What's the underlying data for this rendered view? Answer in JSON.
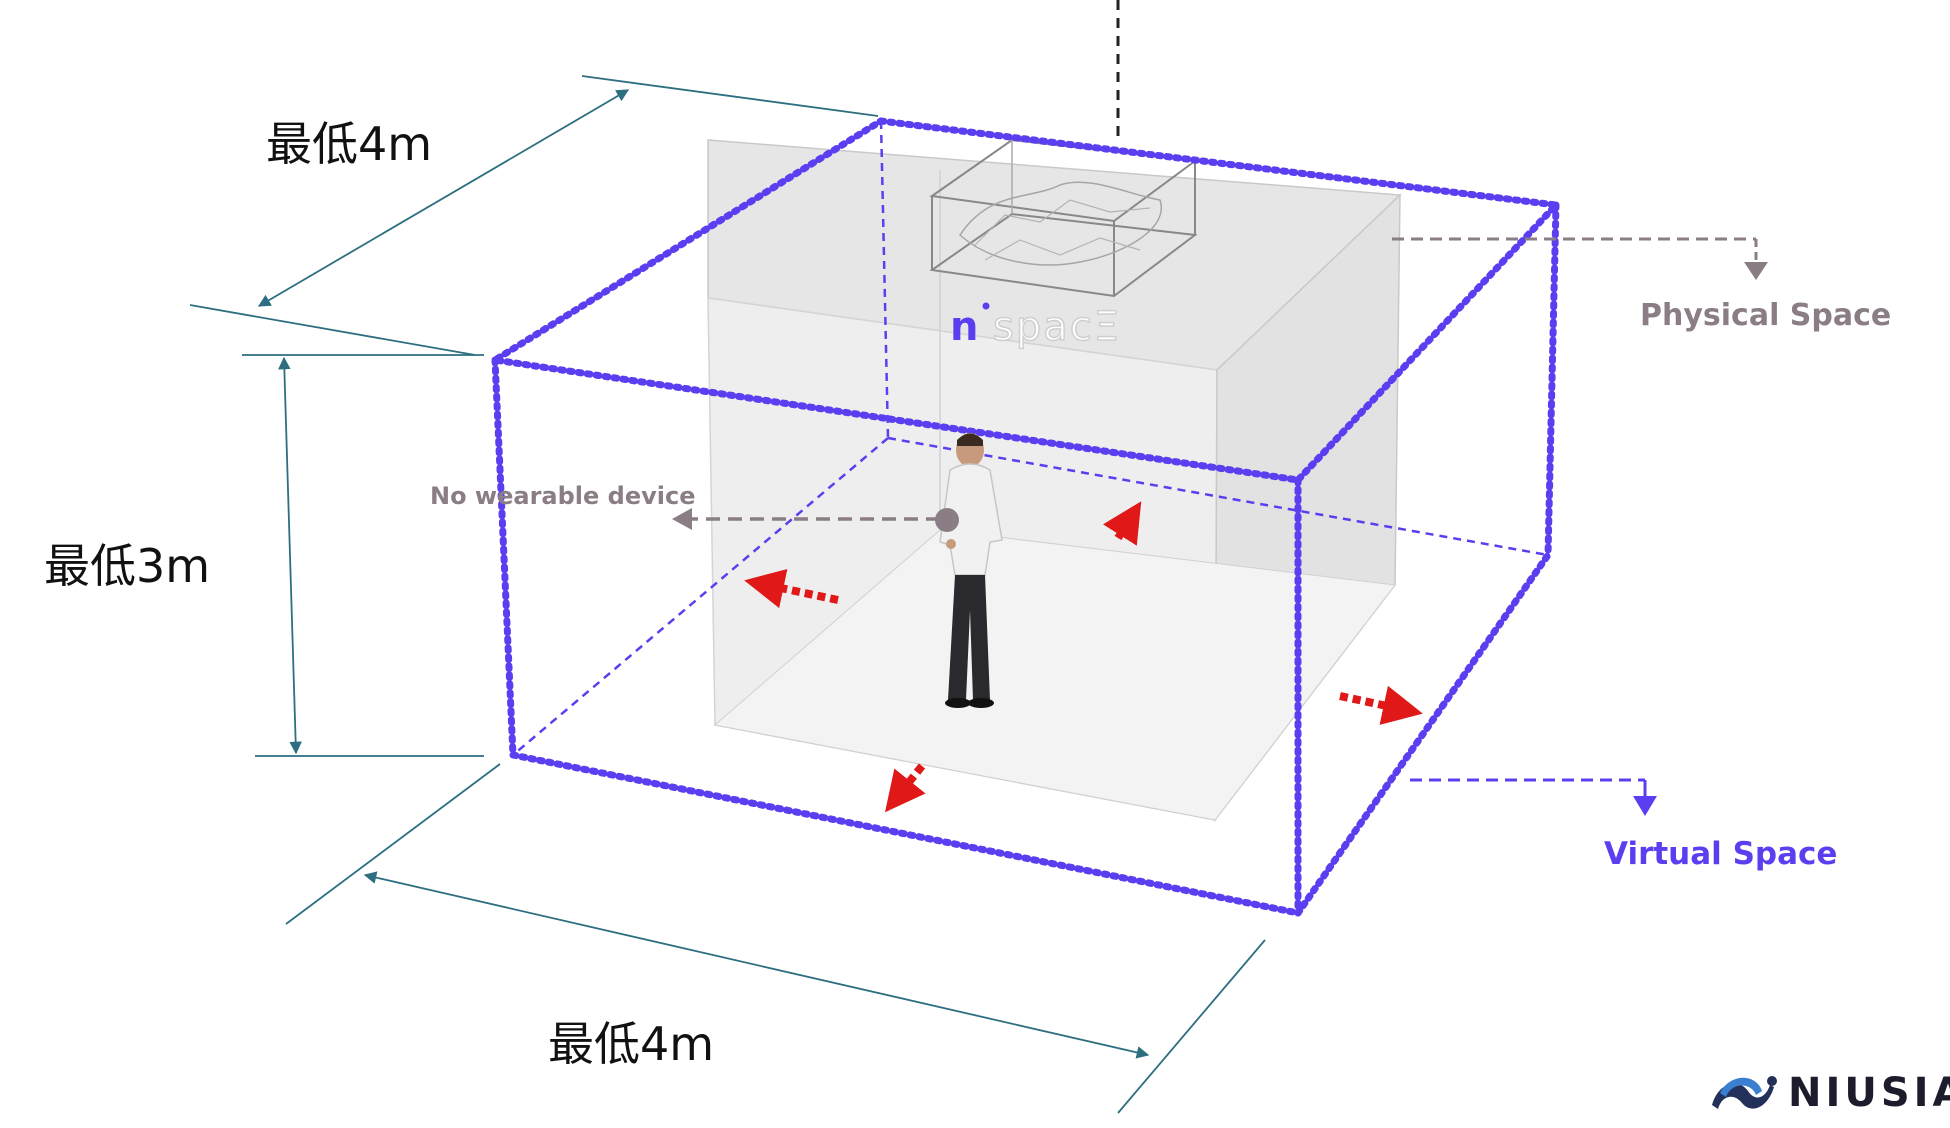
{
  "dimensions": {
    "depth": "最低4m",
    "height": "最低3m",
    "width": "最低4m"
  },
  "callouts": {
    "physical_space": "Physical Space",
    "virtual_space": "Virtual Space",
    "no_wearable": "No wearable device"
  },
  "nspace_logo": {
    "letter": "n",
    "word": "spacΞ"
  },
  "brand": {
    "name": "NIUSIA"
  },
  "colors": {
    "virtual_space": "#5a3ff0",
    "physical_label": "#8a7d86",
    "dimension_line": "#2d6e80",
    "arrow_red": "#e01818",
    "room_fill": "#e9e9ea"
  }
}
